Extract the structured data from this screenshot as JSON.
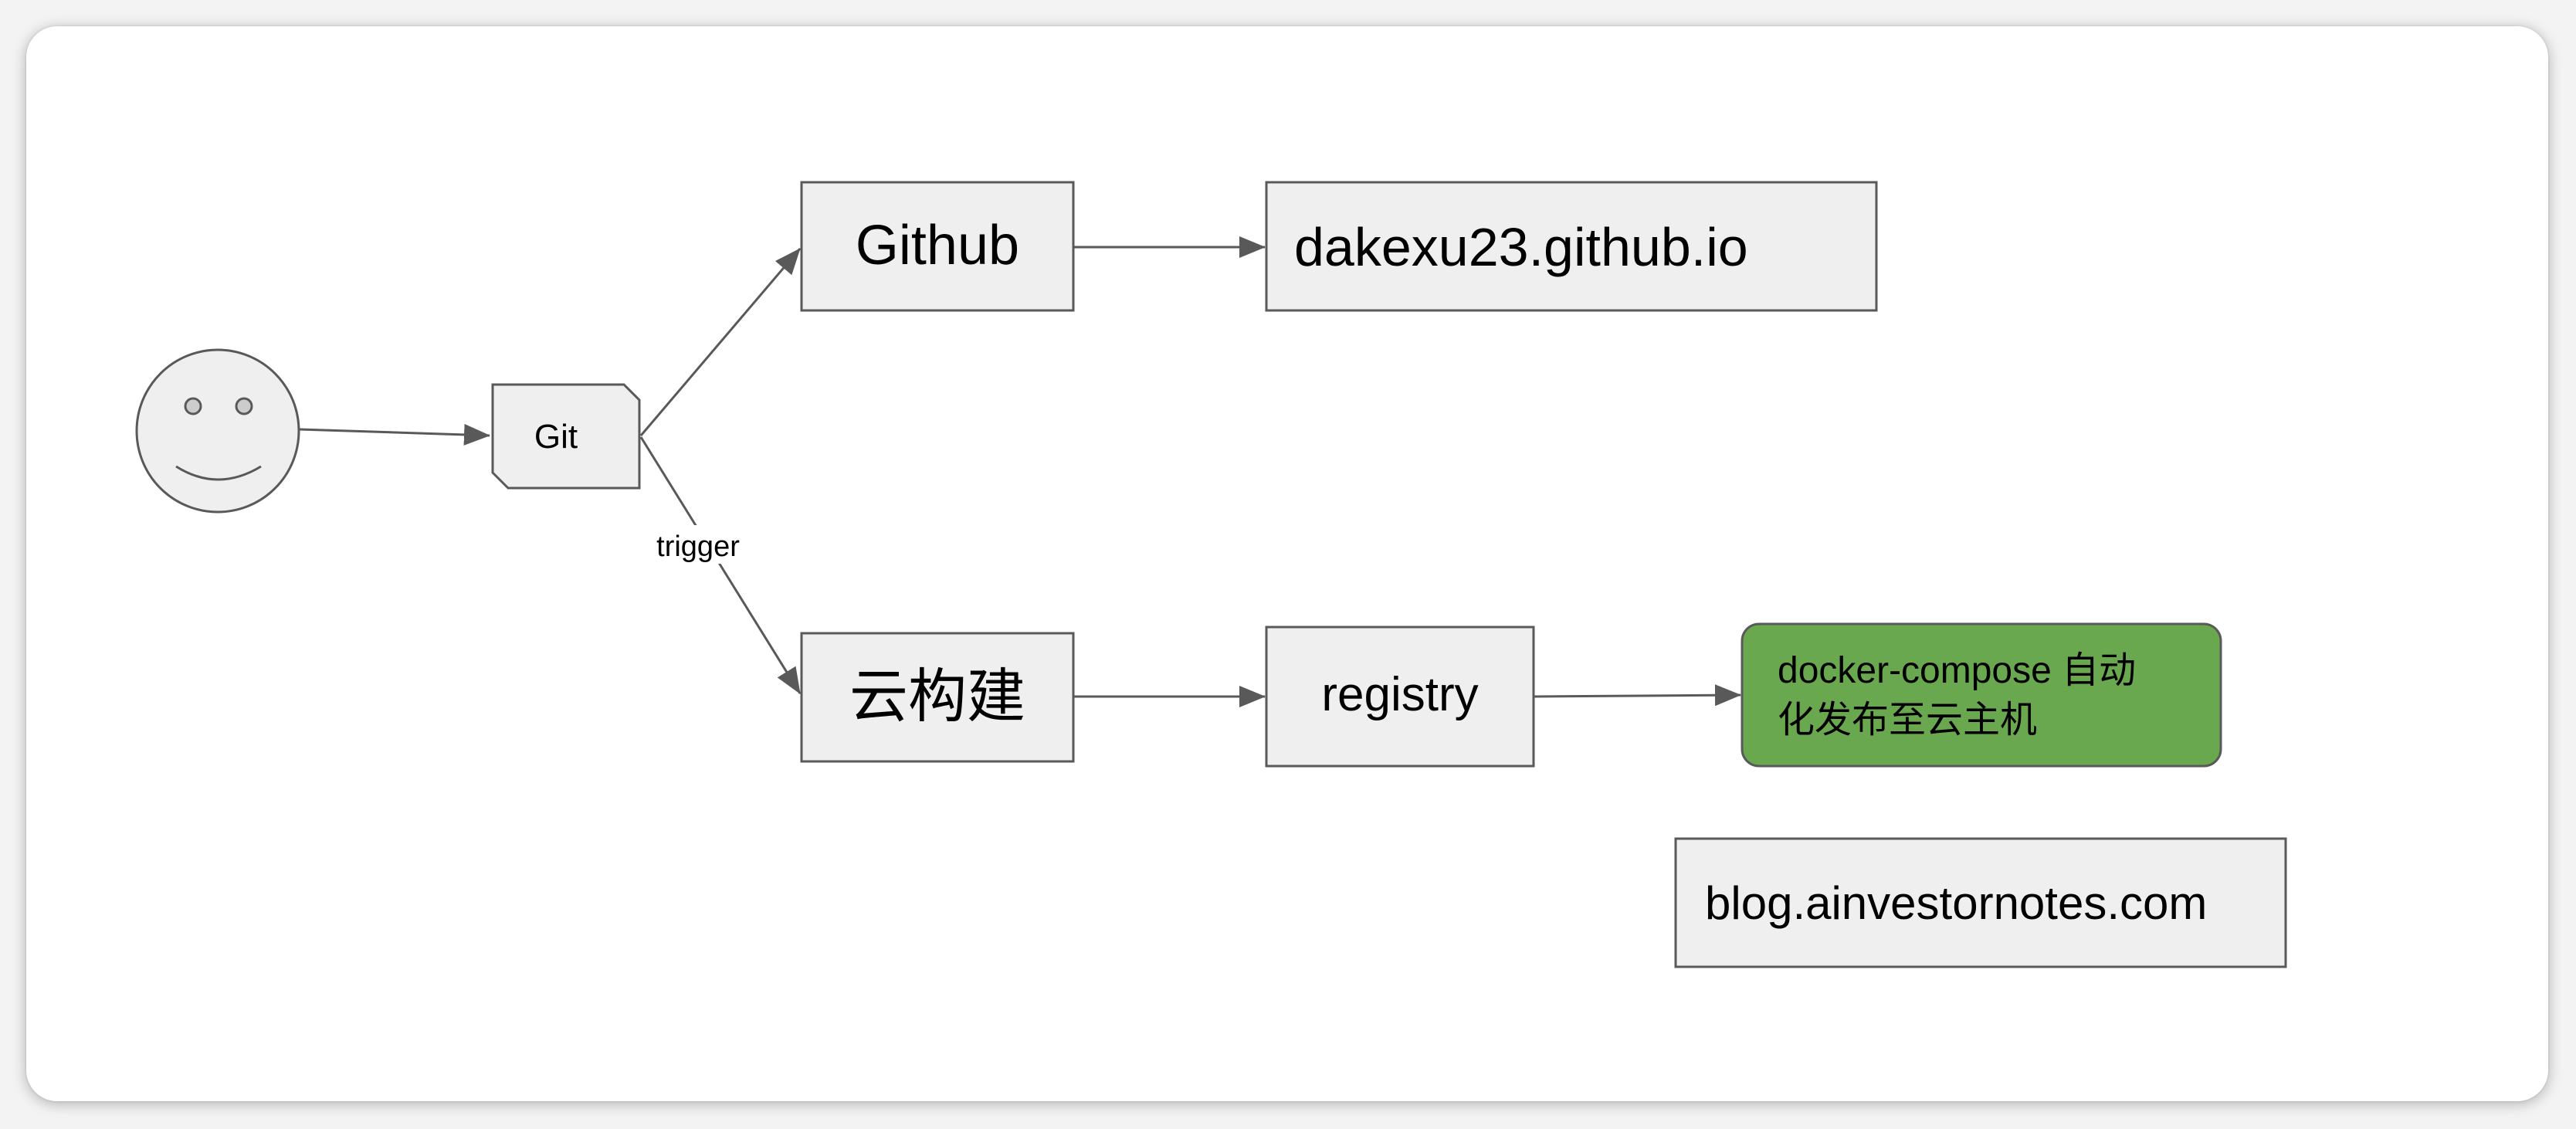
{
  "diagram": {
    "nodes": {
      "user": {
        "icon": "smiley-face-icon"
      },
      "git": {
        "label": "Git"
      },
      "github": {
        "label": "Github"
      },
      "github_site": {
        "label": "dakexu23.github.io"
      },
      "cloud_build": {
        "label": "云构建"
      },
      "registry": {
        "label": "registry"
      },
      "deploy": {
        "line1": "docker-compose 自动",
        "line2": "化发布至云主机"
      },
      "blog_site": {
        "label": "blog.ainvestornotes.com"
      }
    },
    "edges": {
      "trigger_label": "trigger"
    },
    "colors": {
      "box_fill": "#efefef",
      "box_stroke": "#595959",
      "deploy_fill": "#6aa84f",
      "connector": "#595959"
    }
  }
}
